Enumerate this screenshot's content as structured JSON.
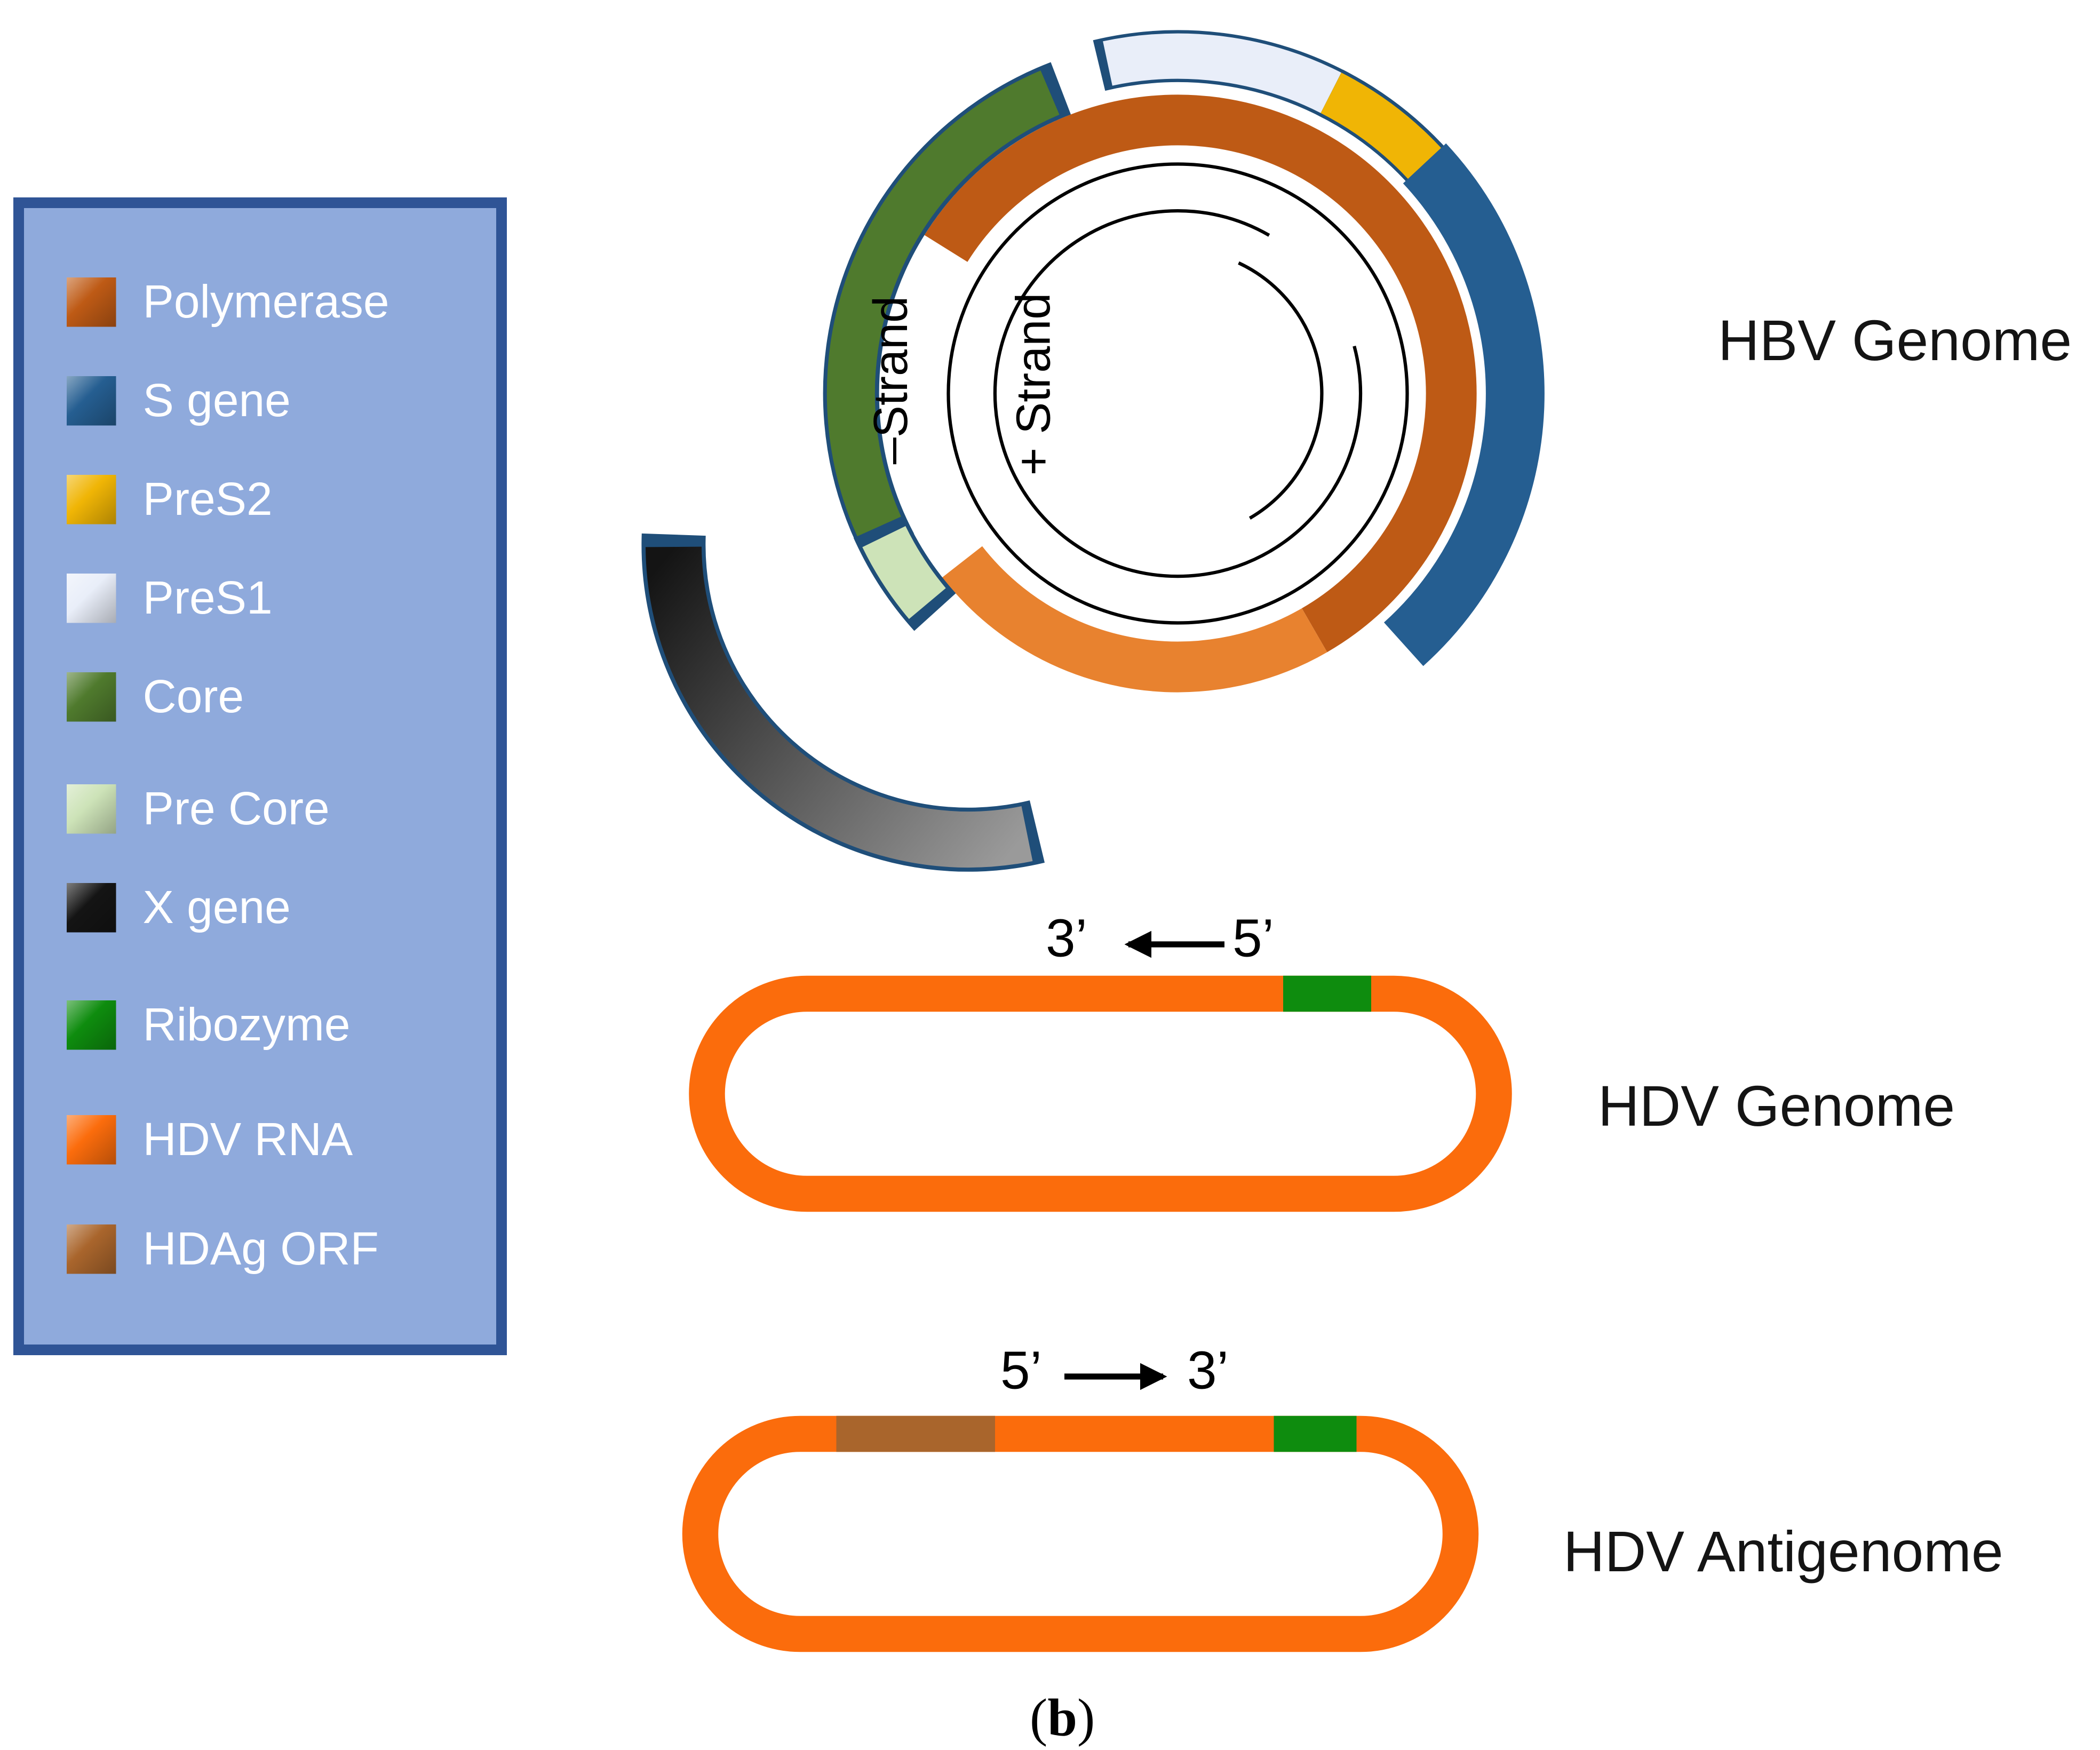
{
  "colors": {
    "legend_bg": "#8FAADC",
    "legend_border": "#2F5496",
    "outline": "#1F4E79",
    "polymerase": "#BE5A15",
    "polymerase_light": "#E8822F",
    "s_gene": "#255E91",
    "pres2": "#F0B505",
    "pres1": "#E9EEF9",
    "core": "#4F7A2D",
    "pre_core": "#CDE3B8",
    "x_gene_dark": "#141414",
    "x_gene_light": "#9A9A9A",
    "ribozyme": "#0E8C0E",
    "hdv_rna": "#FB6C0C",
    "hdag_orf": "#A9652C"
  },
  "legend": {
    "items": [
      {
        "label": "Polymerase"
      },
      {
        "label": "S gene"
      },
      {
        "label": "PreS2"
      },
      {
        "label": "PreS1"
      },
      {
        "label": "Core"
      },
      {
        "label": "Pre Core"
      },
      {
        "label": "X gene"
      },
      {
        "label": "Ribozyme"
      },
      {
        "label": "HDV RNA"
      },
      {
        "label": "HDAg ORF"
      }
    ]
  },
  "hbv": {
    "title": "HBV Genome",
    "minus_strand": "–Strand",
    "plus_strand": "+ Strand"
  },
  "hdv_genome": {
    "title": "HDV Genome",
    "label_left": "3’",
    "label_right": "5’"
  },
  "hdv_antigenome": {
    "title": "HDV Antigenome",
    "label_left": "5’",
    "label_right": "3’"
  },
  "caption": {
    "open": "(",
    "letter": "b",
    "close": ")"
  }
}
